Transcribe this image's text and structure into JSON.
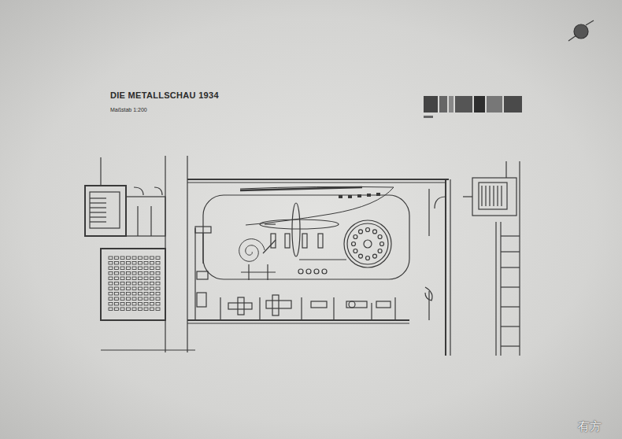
{
  "diagram": {
    "title": "DIE METALLSCHAU 1934",
    "labels": [
      "Maßstab 1:200",
      "有方"
    ]
  }
}
